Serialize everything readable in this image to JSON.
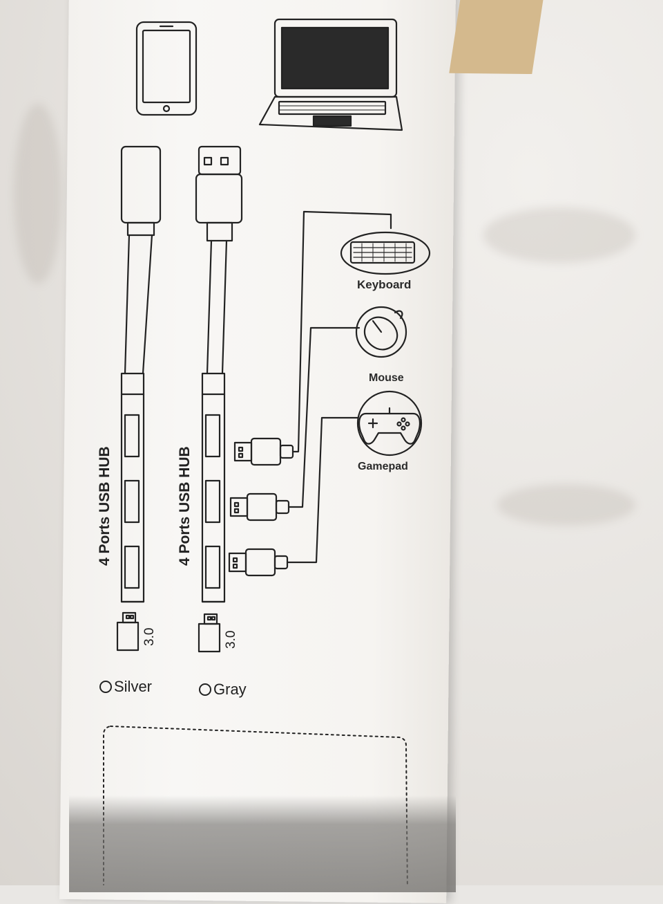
{
  "product": {
    "hub_labels": [
      "4 Ports USB HUB",
      "4 Ports USB HUB"
    ],
    "version_labels": [
      "3.0",
      "3.0"
    ]
  },
  "devices": {
    "keyboard_label": "Keyboard",
    "mouse_label": "Mouse",
    "gamepad_label": "Gamepad"
  },
  "color_options": [
    {
      "label": "Silver"
    },
    {
      "label": "Gray"
    }
  ],
  "colors": {
    "ink": "#222222",
    "box": "#f6f4f1",
    "cloth": "#e6e3df",
    "flap": "#d4b98d"
  }
}
